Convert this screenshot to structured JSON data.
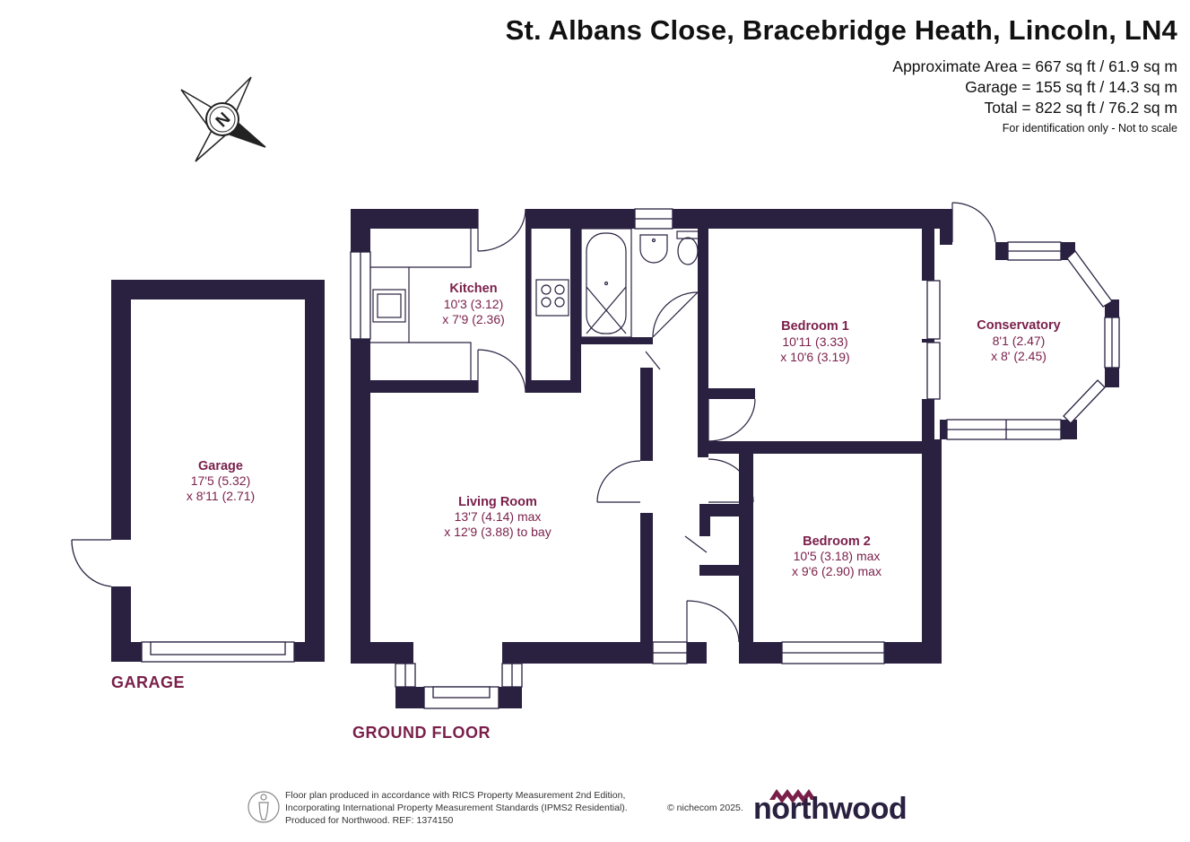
{
  "header": {
    "title": "St. Albans Close, Bracebridge Heath, Lincoln, LN4",
    "areas": [
      "Approximate Area = 667 sq ft / 61.9 sq m",
      "Garage = 155 sq ft / 14.3 sq m",
      "Total = 822 sq ft / 76.2 sq m"
    ],
    "note": "For identification only - Not to scale"
  },
  "compass": {
    "label": "N"
  },
  "rooms": {
    "kitchen": {
      "name": "Kitchen",
      "dim1": "10'3 (3.12)",
      "dim2": "x 7'9 (2.36)"
    },
    "bedroom1": {
      "name": "Bedroom 1",
      "dim1": "10'11 (3.33)",
      "dim2": "x 10'6 (3.19)"
    },
    "conservatory": {
      "name": "Conservatory",
      "dim1": "8'1 (2.47)",
      "dim2": "x 8' (2.45)"
    },
    "garage": {
      "name": "Garage",
      "dim1": "17'5 (5.32)",
      "dim2": "x 8'11 (2.71)"
    },
    "living": {
      "name": "Living Room",
      "dim1": "13'7 (4.14) max",
      "dim2": "x 12'9 (3.88) to bay"
    },
    "bedroom2": {
      "name": "Bedroom 2",
      "dim1": "10'5 (3.18) max",
      "dim2": "x 9'6 (2.90) max"
    }
  },
  "floors": {
    "garage": "GARAGE",
    "ground": "GROUND FLOOR"
  },
  "footer": {
    "line1": "Floor plan produced in accordance with RICS Property Measurement 2nd Edition,",
    "line2": "Incorporating International Property Measurement Standards (IPMS2 Residential).",
    "line3": "Produced for Northwood.   REF:   1374150",
    "copyright": "© nichecom 2025.",
    "brand": "northwood"
  },
  "colors": {
    "wall": "#2a2140",
    "label": "#7a1f4a"
  }
}
